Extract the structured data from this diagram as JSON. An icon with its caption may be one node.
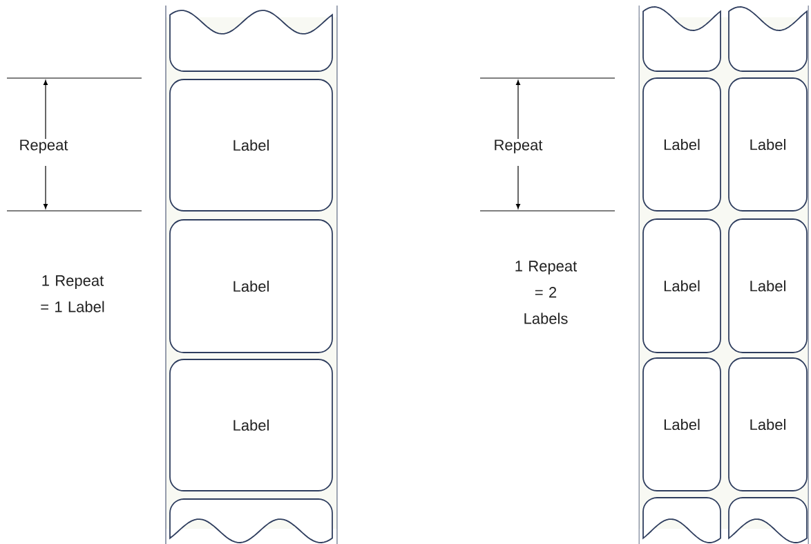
{
  "diagram": {
    "nodes": [
      {
        "text": [],
        "shape": "box"
      },
      {
        "text": [
          "Label"
        ]
      },
      {
        "text": [
          "Label"
        ]
      },
      {
        "text": [
          "Label"
        ]
      },
      {
        "text": [],
        "shape": "box"
      },
      {
        "text": [],
        "shape": "box"
      },
      {
        "text": [],
        "shape": "box"
      },
      {
        "text": [
          "Label"
        ]
      },
      {
        "text": [
          "Label"
        ]
      },
      {
        "text": [
          "Label"
        ]
      },
      {
        "text": [
          "Label"
        ]
      },
      {
        "text": [
          "Label"
        ]
      },
      {
        "text": [
          "Label"
        ]
      },
      {
        "text": [],
        "shape": "box"
      },
      {
        "text": [],
        "shape": "box"
      }
    ],
    "labels": [
      "Repeat",
      "1 Repeat = 1 Label",
      "Repeat",
      "1 Repeat = 2 Labels"
    ]
  }
}
